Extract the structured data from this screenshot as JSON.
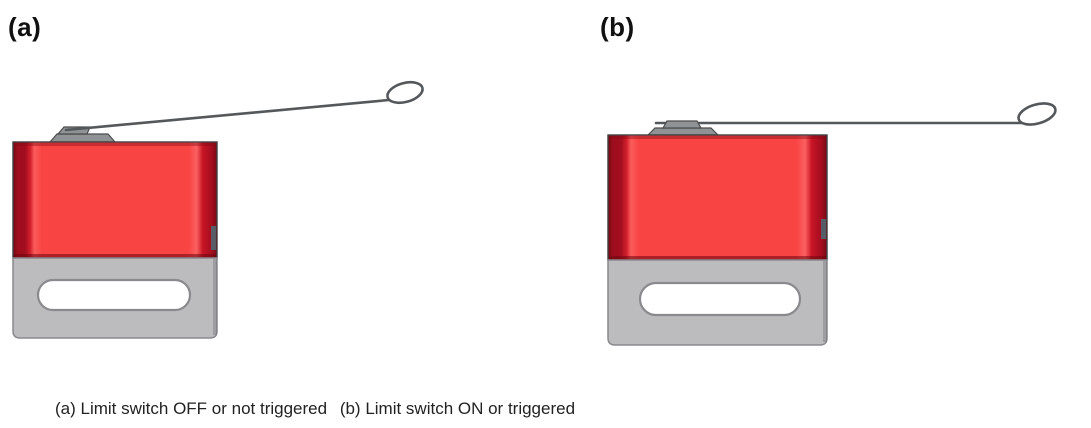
{
  "figure": {
    "label_a": "(a)",
    "label_b": "(b)",
    "caption_a": "(a) Limit switch OFF or not triggered",
    "caption_b": "(b) Limit switch ON or triggered"
  },
  "colors": {
    "body_red": "#f94444",
    "body_red_dark": "#a30e1f",
    "body_red_deep": "#7a0a15",
    "base_gray": "#bcbcbf",
    "outline_gray": "#8a8a8e",
    "hinge_gray": "#8f9396",
    "lever_gray": "#55585b",
    "slot_fill": "#ffffff"
  }
}
